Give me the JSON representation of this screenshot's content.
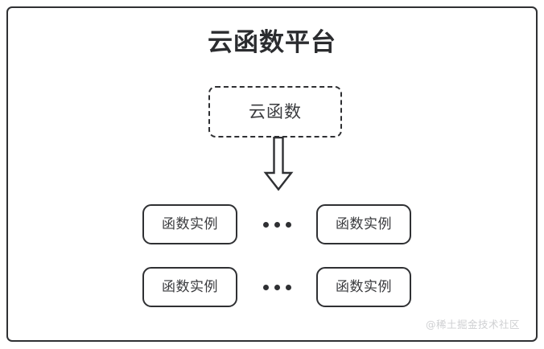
{
  "diagram": {
    "title": "云函数平台",
    "watermark": "@稀土掘金技术社区",
    "cloud_function": {
      "label": "云函数",
      "border_style": "dashed"
    },
    "arrow": {
      "icon": "down-block-arrow-icon",
      "direction": "down"
    },
    "instance_rows": [
      {
        "left": {
          "label": "函数实例"
        },
        "separator": {
          "label": "•••",
          "dots": 3
        },
        "right": {
          "label": "函数实例"
        }
      },
      {
        "left": {
          "label": "函数实例"
        },
        "separator": {
          "label": "•••",
          "dots": 3
        },
        "right": {
          "label": "函数实例"
        }
      }
    ],
    "colors": {
      "stroke": "#2f3033",
      "title_text": "#2b2c2f",
      "node_text": "#3a3b3e",
      "background": "#ffffff",
      "watermark": "#cfd0d2"
    }
  }
}
